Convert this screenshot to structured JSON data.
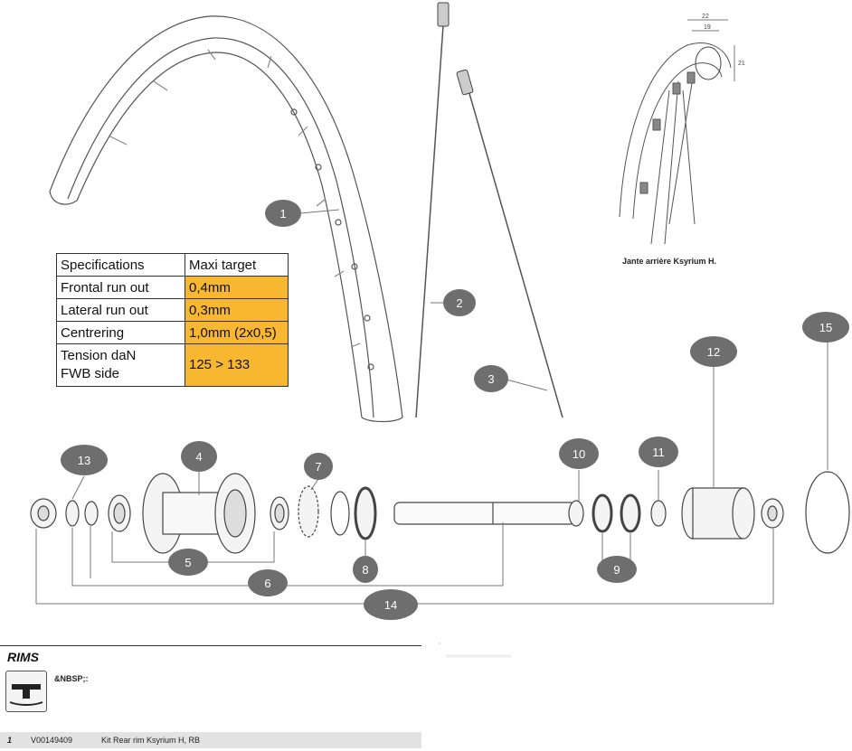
{
  "callouts": [
    "1",
    "2",
    "3",
    "4",
    "5",
    "6",
    "7",
    "8",
    "9",
    "10",
    "11",
    "12",
    "13",
    "14",
    "15"
  ],
  "spec_table": {
    "header": [
      "Specifications",
      "Maxi target"
    ],
    "rows": [
      {
        "label": "Frontal run out",
        "value": "0,4mm"
      },
      {
        "label": "Lateral run out",
        "value": "0,3mm"
      },
      {
        "label": "Centrering",
        "value": "1,0mm (2x0,5)"
      },
      {
        "label": "Tension daN\nFWB side",
        "value": "125 > 133"
      }
    ],
    "highlight_color": "#f7b731"
  },
  "inset": {
    "caption": "Jante arrière Ksyrium H.",
    "dims": [
      "22",
      "19",
      "21"
    ]
  },
  "parts_section": {
    "title": "RIMS",
    "icon": "rim-icon",
    "note": "&NBSP;:",
    "rows": [
      {
        "num": "1",
        "ref": "V00149409",
        "desc": "Kit Rear rim Ksyrium H, RB"
      }
    ]
  }
}
